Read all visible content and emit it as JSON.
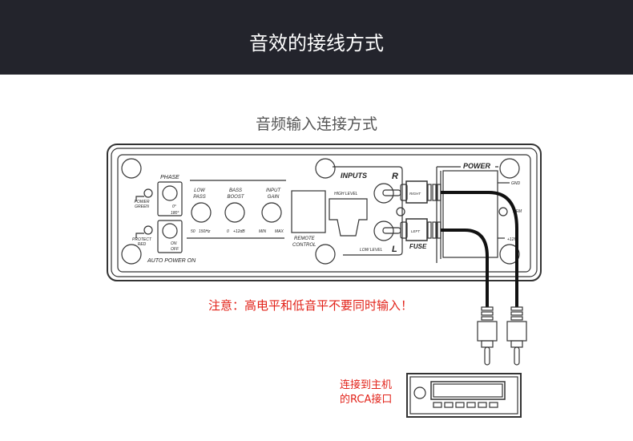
{
  "header": {
    "title": "音效的接线方式"
  },
  "subtitle": "音频输入连接方式",
  "panel": {
    "phase": "PHASE",
    "phase_0": "0°",
    "phase_180": "180°",
    "power_led": [
      "POWER",
      "GREEN"
    ],
    "protect_led": [
      "PROTECT",
      "RED"
    ],
    "on": "ON",
    "off": "OFF",
    "auto_power_on": "AUTO POWER ON",
    "low_pass": [
      "LOW",
      "PASS"
    ],
    "low_pass_range": [
      "50",
      "150Hz"
    ],
    "bass_boost": [
      "BASS",
      "BOOST"
    ],
    "bass_boost_range": [
      "0",
      "+12dB"
    ],
    "input_gain": [
      "INPUT",
      "GAIN"
    ],
    "input_gain_range": [
      "MIN",
      "MAX"
    ],
    "remote_control": [
      "REMOTE",
      "CONTROL"
    ],
    "inputs": "INPUTS",
    "high_level": "HIGH LEVEL",
    "low_level": "LOW LEVEL",
    "r": "R",
    "l": "L",
    "right": "RIGHT",
    "left": "LEFT",
    "fuse": "FUSE",
    "power": "POWER",
    "gnd": "GND",
    "rem": "REM",
    "plus12v": "+12V"
  },
  "note": "注意：高电平和低音平不要同时输入！",
  "head_unit_label": [
    "连接到主机",
    "的RCA接口"
  ],
  "colors": {
    "header_bg": "#23242c",
    "warning": "#e2231a"
  }
}
